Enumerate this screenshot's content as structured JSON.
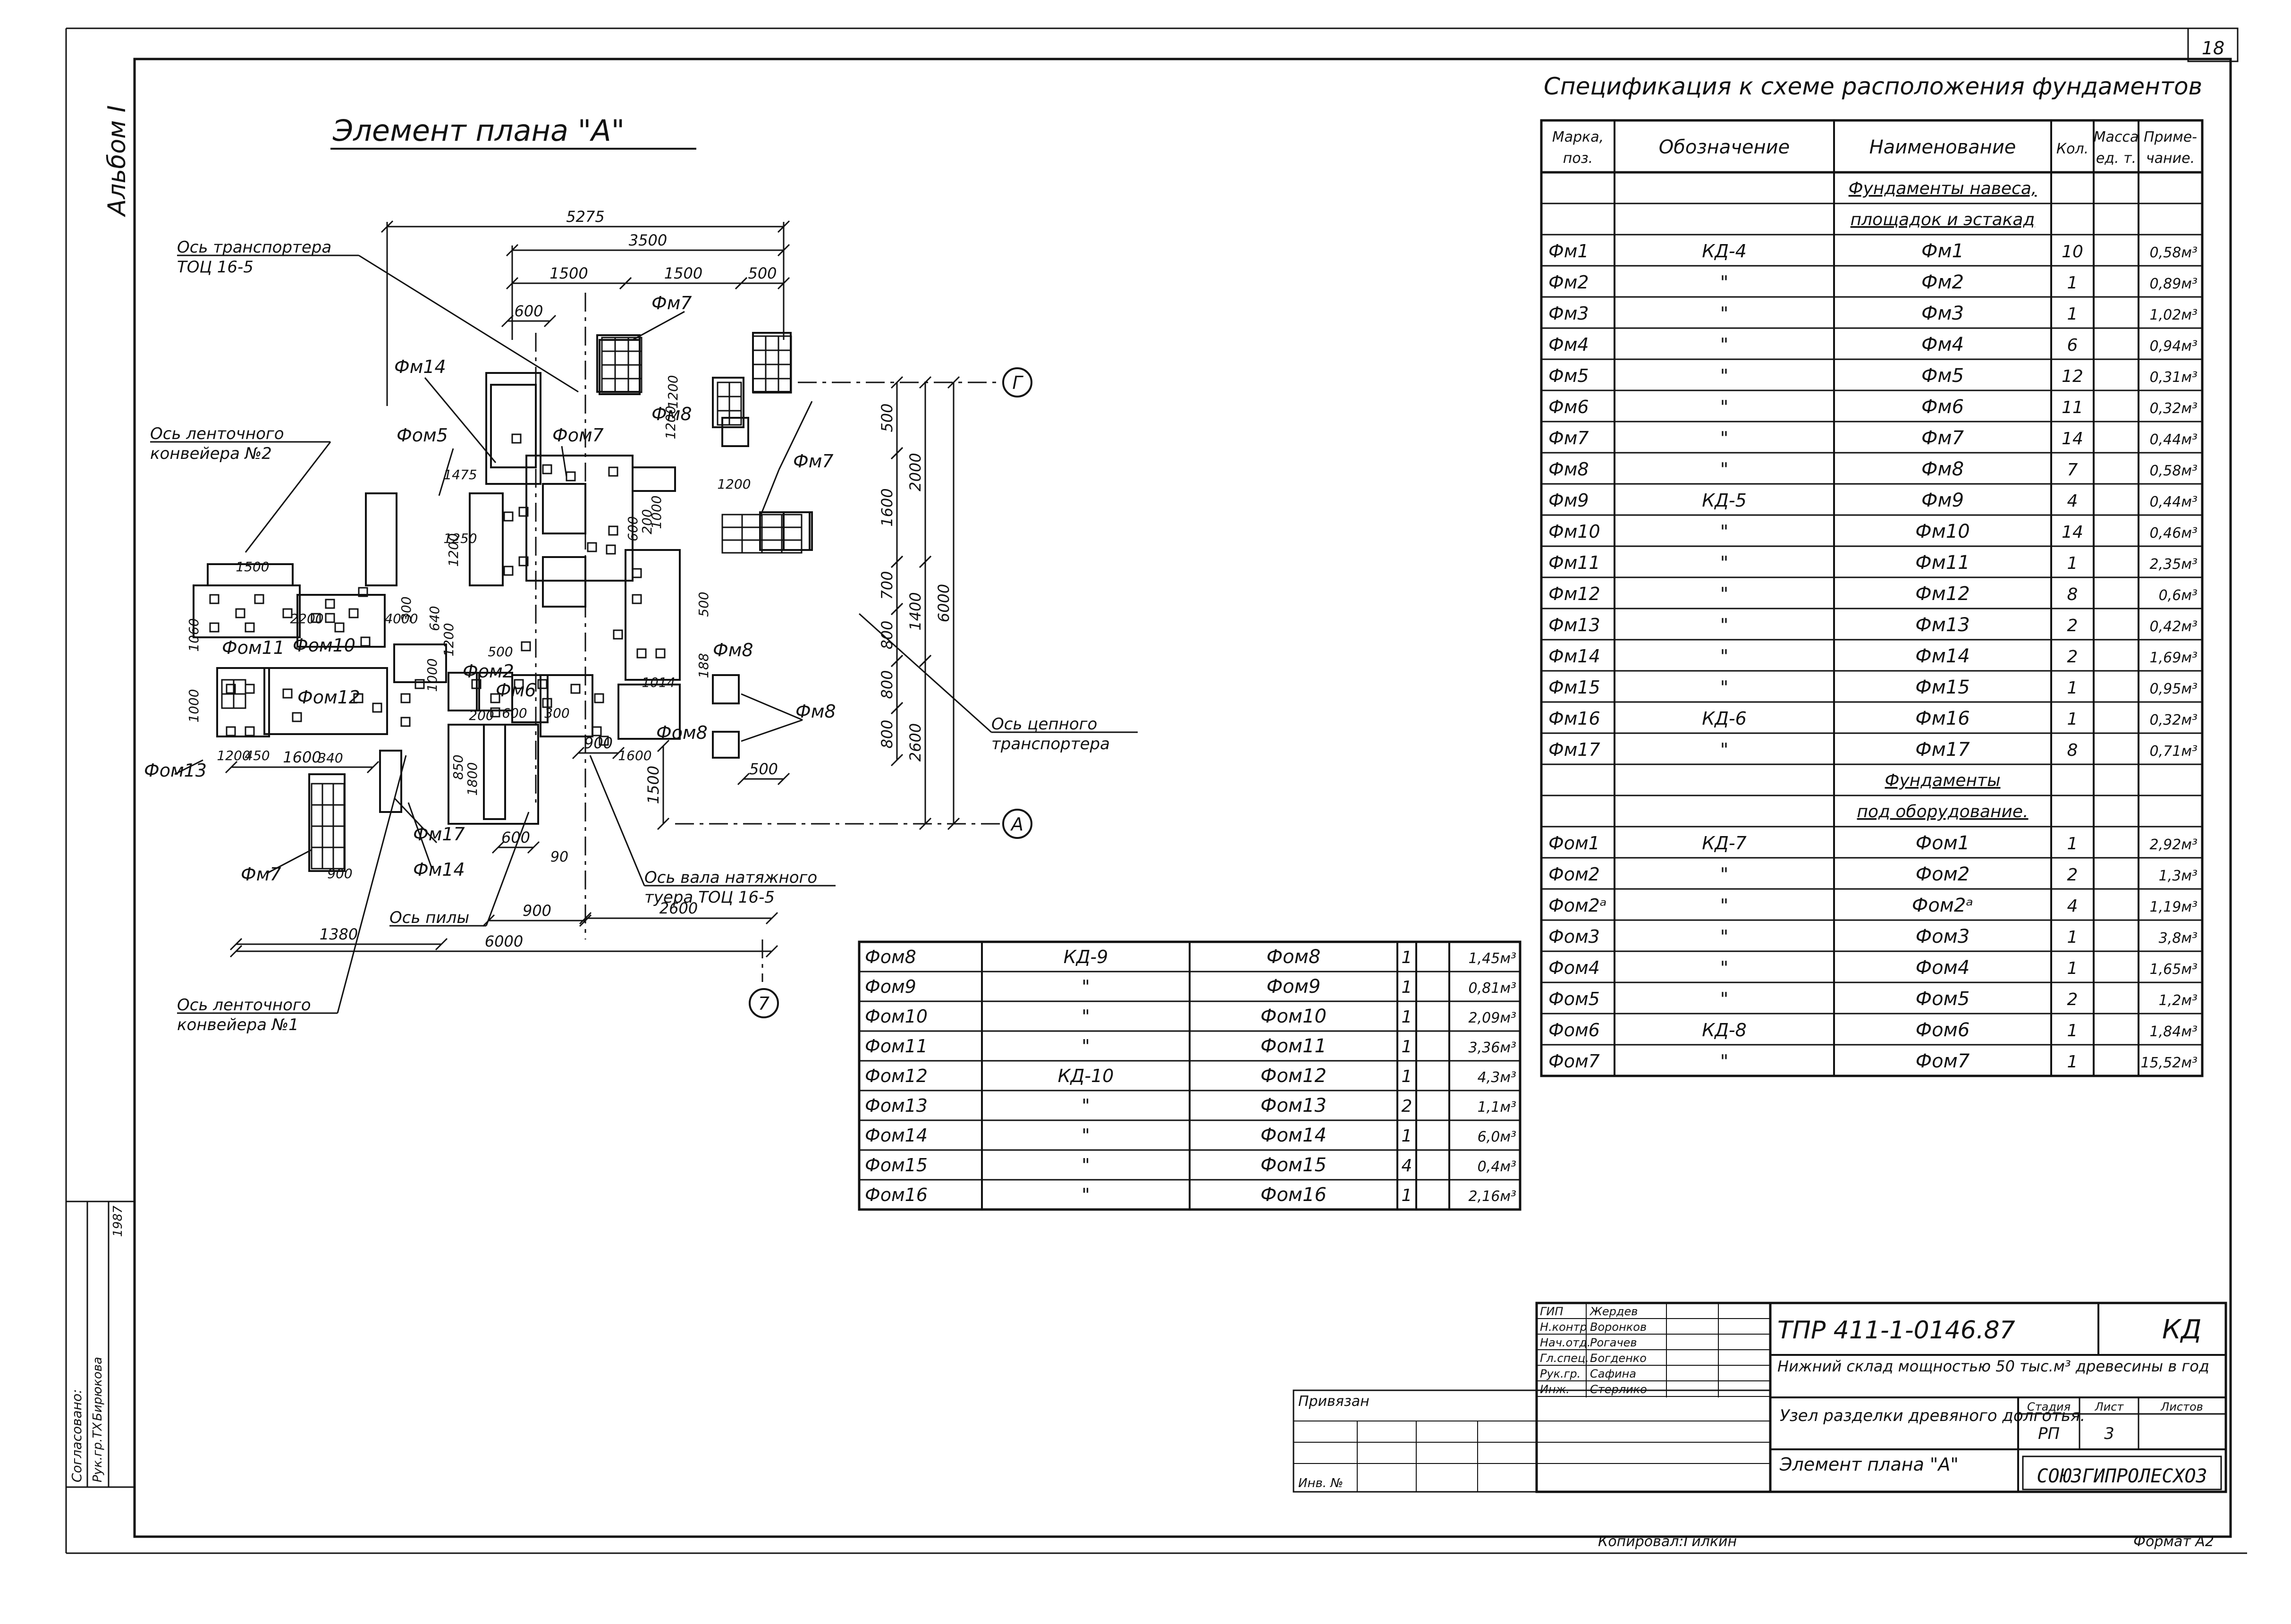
{
  "sheet": {
    "number": "18",
    "album": "Альбом I"
  },
  "plan_title": "Элемент плана \"А\"",
  "spec_title": "Спецификация к схеме расположения фундаментов",
  "spec_headers": [
    "Марка, поз.",
    "Обозначение",
    "Наименование",
    "Кол.",
    "Масса ед. т.",
    "Приме- чание."
  ],
  "spec_section_1": [
    "Фундаменты навеса,",
    "площадок и эстакад"
  ],
  "spec_section_2": [
    "Фундаменты",
    "под оборудование."
  ],
  "spec_rows_1": [
    [
      "Фм1",
      "КД-4",
      "Фм1",
      "10",
      "0,58м³"
    ],
    [
      "Фм2",
      "\"",
      "Фм2",
      "1",
      "0,89м³"
    ],
    [
      "Фм3",
      "\"",
      "Фм3",
      "1",
      "1,02м³"
    ],
    [
      "Фм4",
      "\"",
      "Фм4",
      "6",
      "0,94м³"
    ],
    [
      "Фм5",
      "\"",
      "Фм5",
      "12",
      "0,31м³"
    ],
    [
      "Фм6",
      "\"",
      "Фм6",
      "11",
      "0,32м³"
    ],
    [
      "Фм7",
      "\"",
      "Фм7",
      "14",
      "0,44м³"
    ],
    [
      "Фм8",
      "\"",
      "Фм8",
      "7",
      "0,58м³"
    ],
    [
      "Фм9",
      "КД-5",
      "Фм9",
      "4",
      "0,44м³"
    ],
    [
      "Фм10",
      "\"",
      "Фм10",
      "14",
      "0,46м³"
    ],
    [
      "Фм11",
      "\"",
      "Фм11",
      "1",
      "2,35м³"
    ],
    [
      "Фм12",
      "\"",
      "Фм12",
      "8",
      "0,6м³"
    ],
    [
      "Фм13",
      "\"",
      "Фм13",
      "2",
      "0,42м³"
    ],
    [
      "Фм14",
      "\"",
      "Фм14",
      "2",
      "1,69м³"
    ],
    [
      "Фм15",
      "\"",
      "Фм15",
      "1",
      "0,95м³"
    ],
    [
      "Фм16",
      "КД-6",
      "Фм16",
      "1",
      "0,32м³"
    ],
    [
      "Фм17",
      "\"",
      "Фм17",
      "8",
      "0,71м³"
    ]
  ],
  "spec_rows_2": [
    [
      "Фом1",
      "КД-7",
      "Фом1",
      "1",
      "2,92м³"
    ],
    [
      "Фом2",
      "\"",
      "Фом2",
      "2",
      "1,3м³"
    ],
    [
      "Фом2ᵃ",
      "\"",
      "Фом2ᵃ",
      "4",
      "1,19м³"
    ],
    [
      "Фом3",
      "\"",
      "Фом3",
      "1",
      "3,8м³"
    ],
    [
      "Фом4",
      "\"",
      "Фом4",
      "1",
      "1,65м³"
    ],
    [
      "Фом5",
      "\"",
      "Фом5",
      "2",
      "1,2м³"
    ],
    [
      "Фом6",
      "КД-8",
      "Фом6",
      "1",
      "1,84м³"
    ],
    [
      "Фом7",
      "\"",
      "Фом7",
      "1",
      "15,52м³"
    ]
  ],
  "spec_rows_3": [
    [
      "Фом8",
      "КД-9",
      "Фом8",
      "1",
      "1,45м³"
    ],
    [
      "Фом9",
      "\"",
      "Фом9",
      "1",
      "0,81м³"
    ],
    [
      "Фом10",
      "\"",
      "Фом10",
      "1",
      "2,09м³"
    ],
    [
      "Фом11",
      "\"",
      "Фом11",
      "1",
      "3,36м³"
    ],
    [
      "Фом12",
      "КД-10",
      "Фом12",
      "1",
      "4,3м³"
    ],
    [
      "Фом13",
      "\"",
      "Фом13",
      "2",
      "1,1м³"
    ],
    [
      "Фом14",
      "\"",
      "Фом14",
      "1",
      "6,0м³"
    ],
    [
      "Фом15",
      "\"",
      "Фом15",
      "4",
      "0,4м³"
    ],
    [
      "Фом16",
      "\"",
      "Фом16",
      "1",
      "2,16м³"
    ]
  ],
  "callouts": {
    "axis_conveyor_top": [
      "Ось транспортера",
      "ТОЦ 16-5"
    ],
    "axis_belt_2": [
      "Ось ленточного",
      "конвейера №2"
    ],
    "axis_chain": [
      "Ось цепного",
      "транспортера"
    ],
    "axis_shaft": [
      "Ось вала натяжного",
      "туера ТОЦ 16-5"
    ],
    "axis_saw": "Ось пилы",
    "axis_belt_1": [
      "Ось ленточного",
      "конвейера №1"
    ]
  },
  "axes": [
    "Г",
    "А",
    "7"
  ],
  "dims": {
    "top": [
      "5275",
      "3500",
      "1500",
      "1500",
      "500",
      "600"
    ],
    "right": [
      "500",
      "1600",
      "2000",
      "700",
      "800",
      "1400",
      "6000",
      "800",
      "800",
      "2600"
    ],
    "bottom": [
      "1380",
      "6000",
      "900",
      "2600",
      "1600",
      "1500",
      "900",
      "500",
      "600",
      "90"
    ],
    "misc": [
      "1475",
      "1500",
      "1060",
      "1000",
      "1200",
      "1200",
      "1000",
      "1250",
      "1200",
      "500",
      "1014",
      "850",
      "1800",
      "1200",
      "1200",
      "200",
      "600",
      "300",
      "300",
      "1200",
      "450",
      "340",
      "1600",
      "900",
      "500",
      "2200",
      "4000",
      "640",
      "1000",
      "188",
      "200",
      "600"
    ]
  },
  "plan_labels": [
    "Фм14",
    "Фм7",
    "Фом5",
    "Фом7",
    "Фм8",
    "Фм7",
    "Фом11",
    "Фом10",
    "Фом12",
    "Фом13",
    "Фм6",
    "Фм8",
    "Фом8",
    "Фм8",
    "Фм17",
    "Фм14",
    "Фм7",
    "Фом2"
  ],
  "title_block": {
    "code": "ТПР 411-1-0146.87",
    "mark": "КД",
    "object": "Нижний склад мощностью 50 тыс.м³ древесины в год",
    "node": "Узел разделки древяного долготья.",
    "sheet_name": "Элемент плана \"А\"",
    "stage_hdr": "Стадия",
    "sheet_hdr": "Лист",
    "sheets_hdr": "Листов",
    "stage": "РП",
    "sheet": "3",
    "org": "СОЮЗГИПРОЛЕСХОЗ",
    "signers": [
      [
        "ГИП",
        "Жердев"
      ],
      [
        "Н.контр",
        "Воронков"
      ],
      [
        "Нач.отд.",
        "Рогачев"
      ],
      [
        "Гл.спец.",
        "Богденко"
      ],
      [
        "Рук.гр.",
        "Сафина"
      ],
      [
        "Инж.",
        "Стерлико"
      ]
    ],
    "privyazan": "Привязан",
    "inv": "Инв. №",
    "agreed": [
      "Согласовано:",
      "Рук.гр.ТХ",
      "Бирюкова"
    ],
    "year": "1987",
    "copied": "Копировал:Гилкин",
    "format": "Формат А2"
  }
}
